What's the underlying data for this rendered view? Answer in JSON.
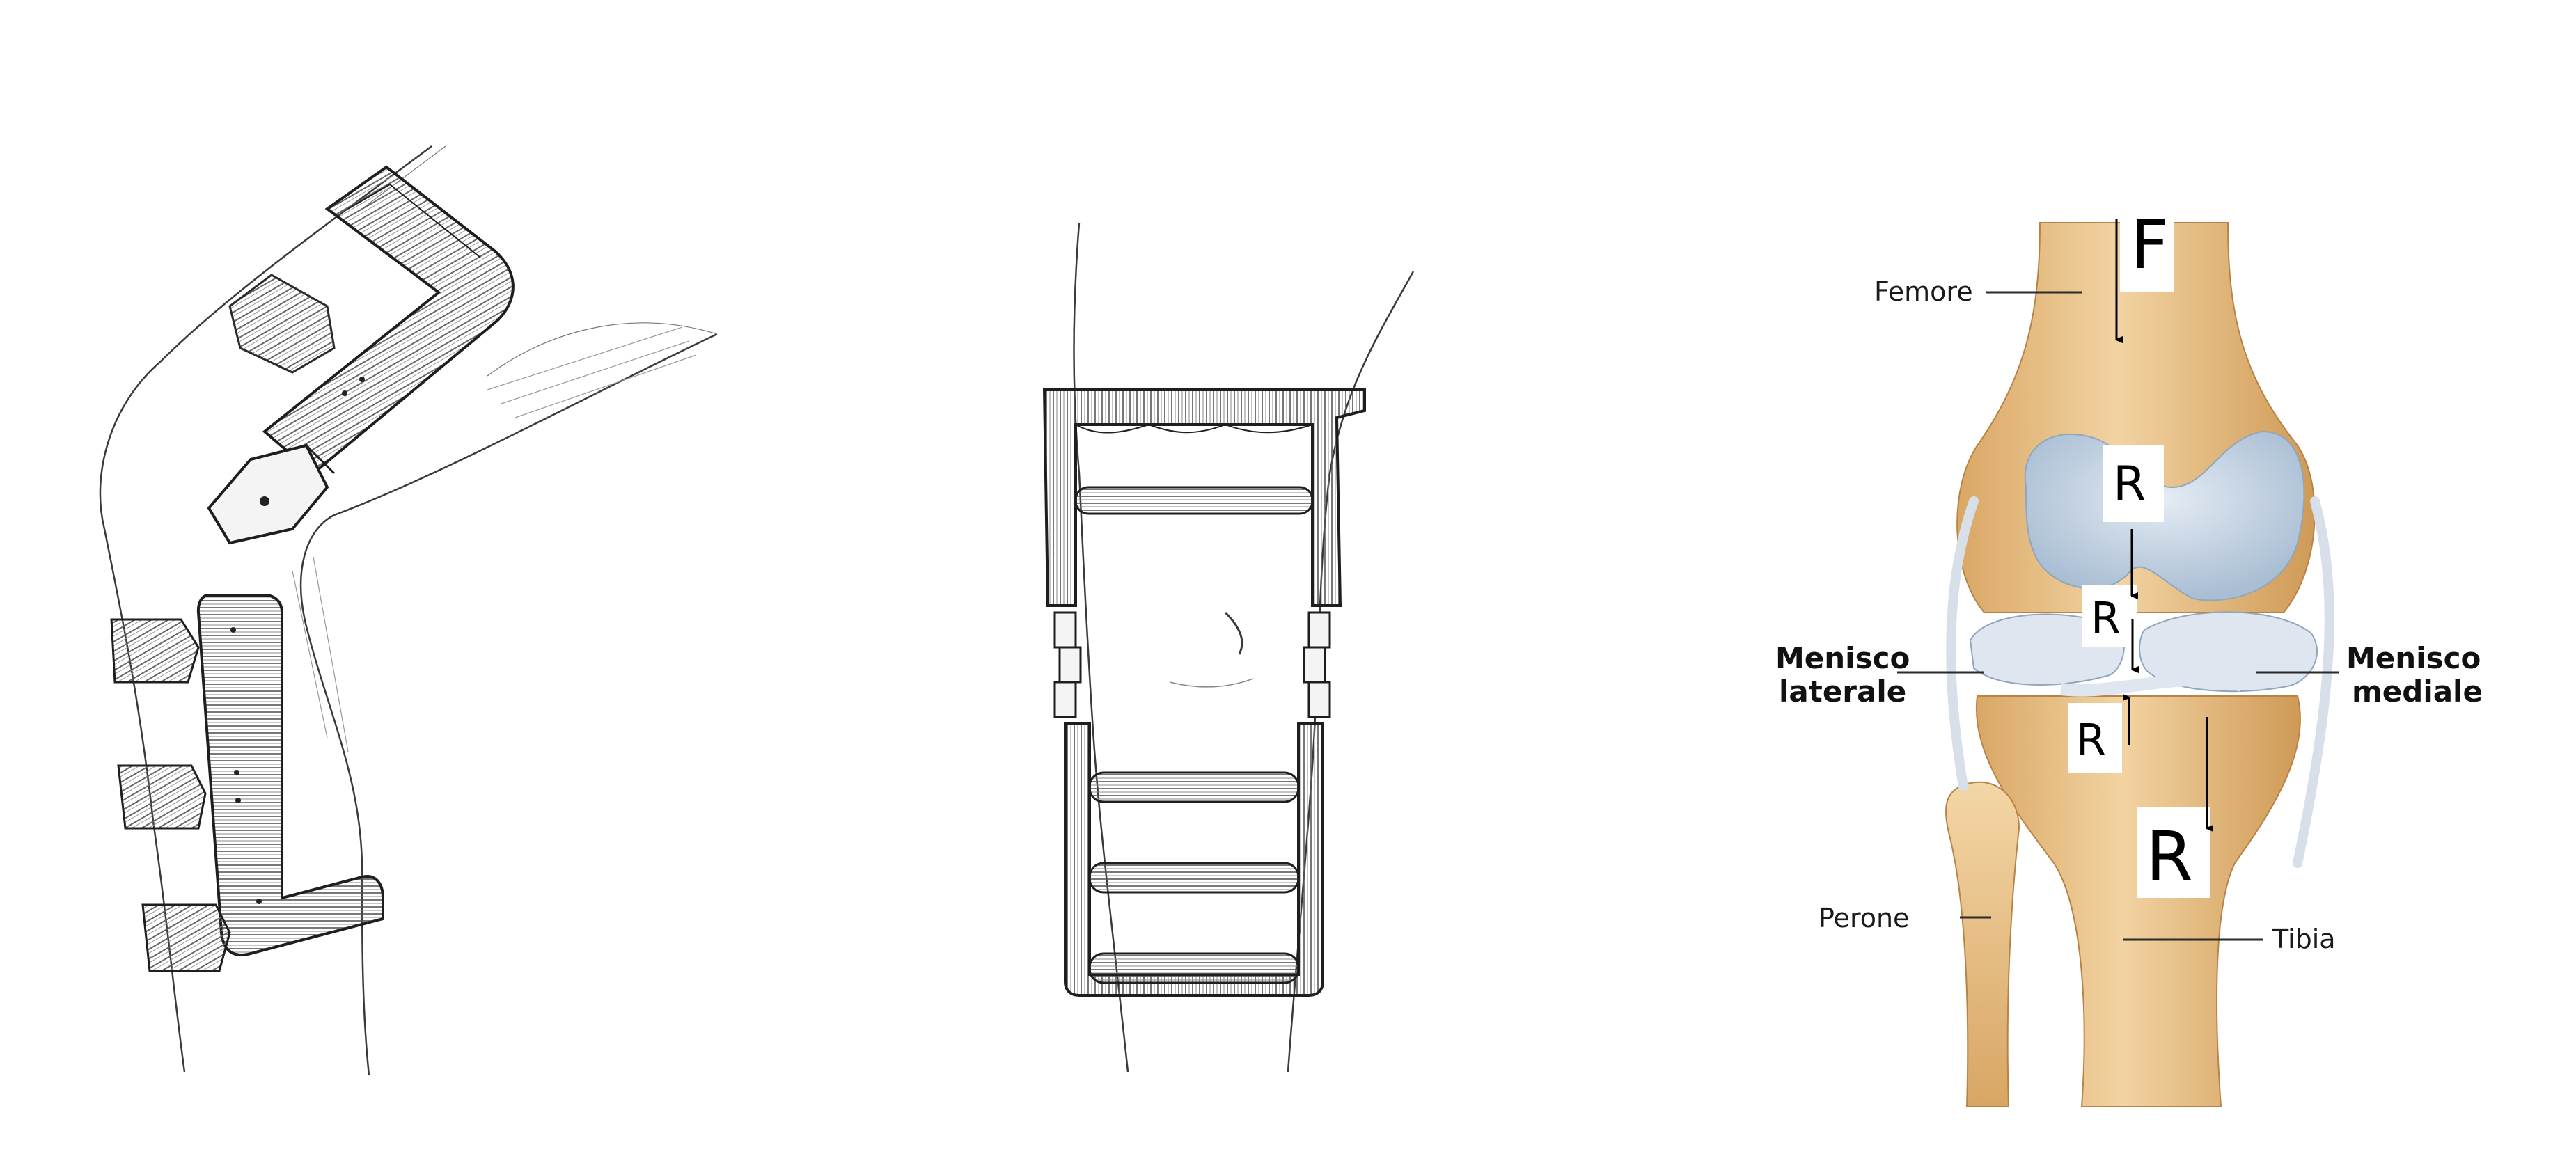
{
  "anatomy": {
    "femore": "Femore",
    "perone": "Perone",
    "tibia": "Tibia",
    "menisco_laterale": [
      "Menisco",
      "laterale"
    ],
    "menisco_mediale": [
      "Menisco",
      "mediale"
    ]
  },
  "forces": {
    "f": "F",
    "r_upper": "R",
    "r_mid": "R",
    "r_lower": "R",
    "r_big": "R"
  },
  "colors": {
    "bone": "#e9c48f",
    "bone_dark": "#c98f4e",
    "cartilage": "#b7c9dc",
    "meniscus": "#d5dde8",
    "ink": "#2a2a2a"
  }
}
